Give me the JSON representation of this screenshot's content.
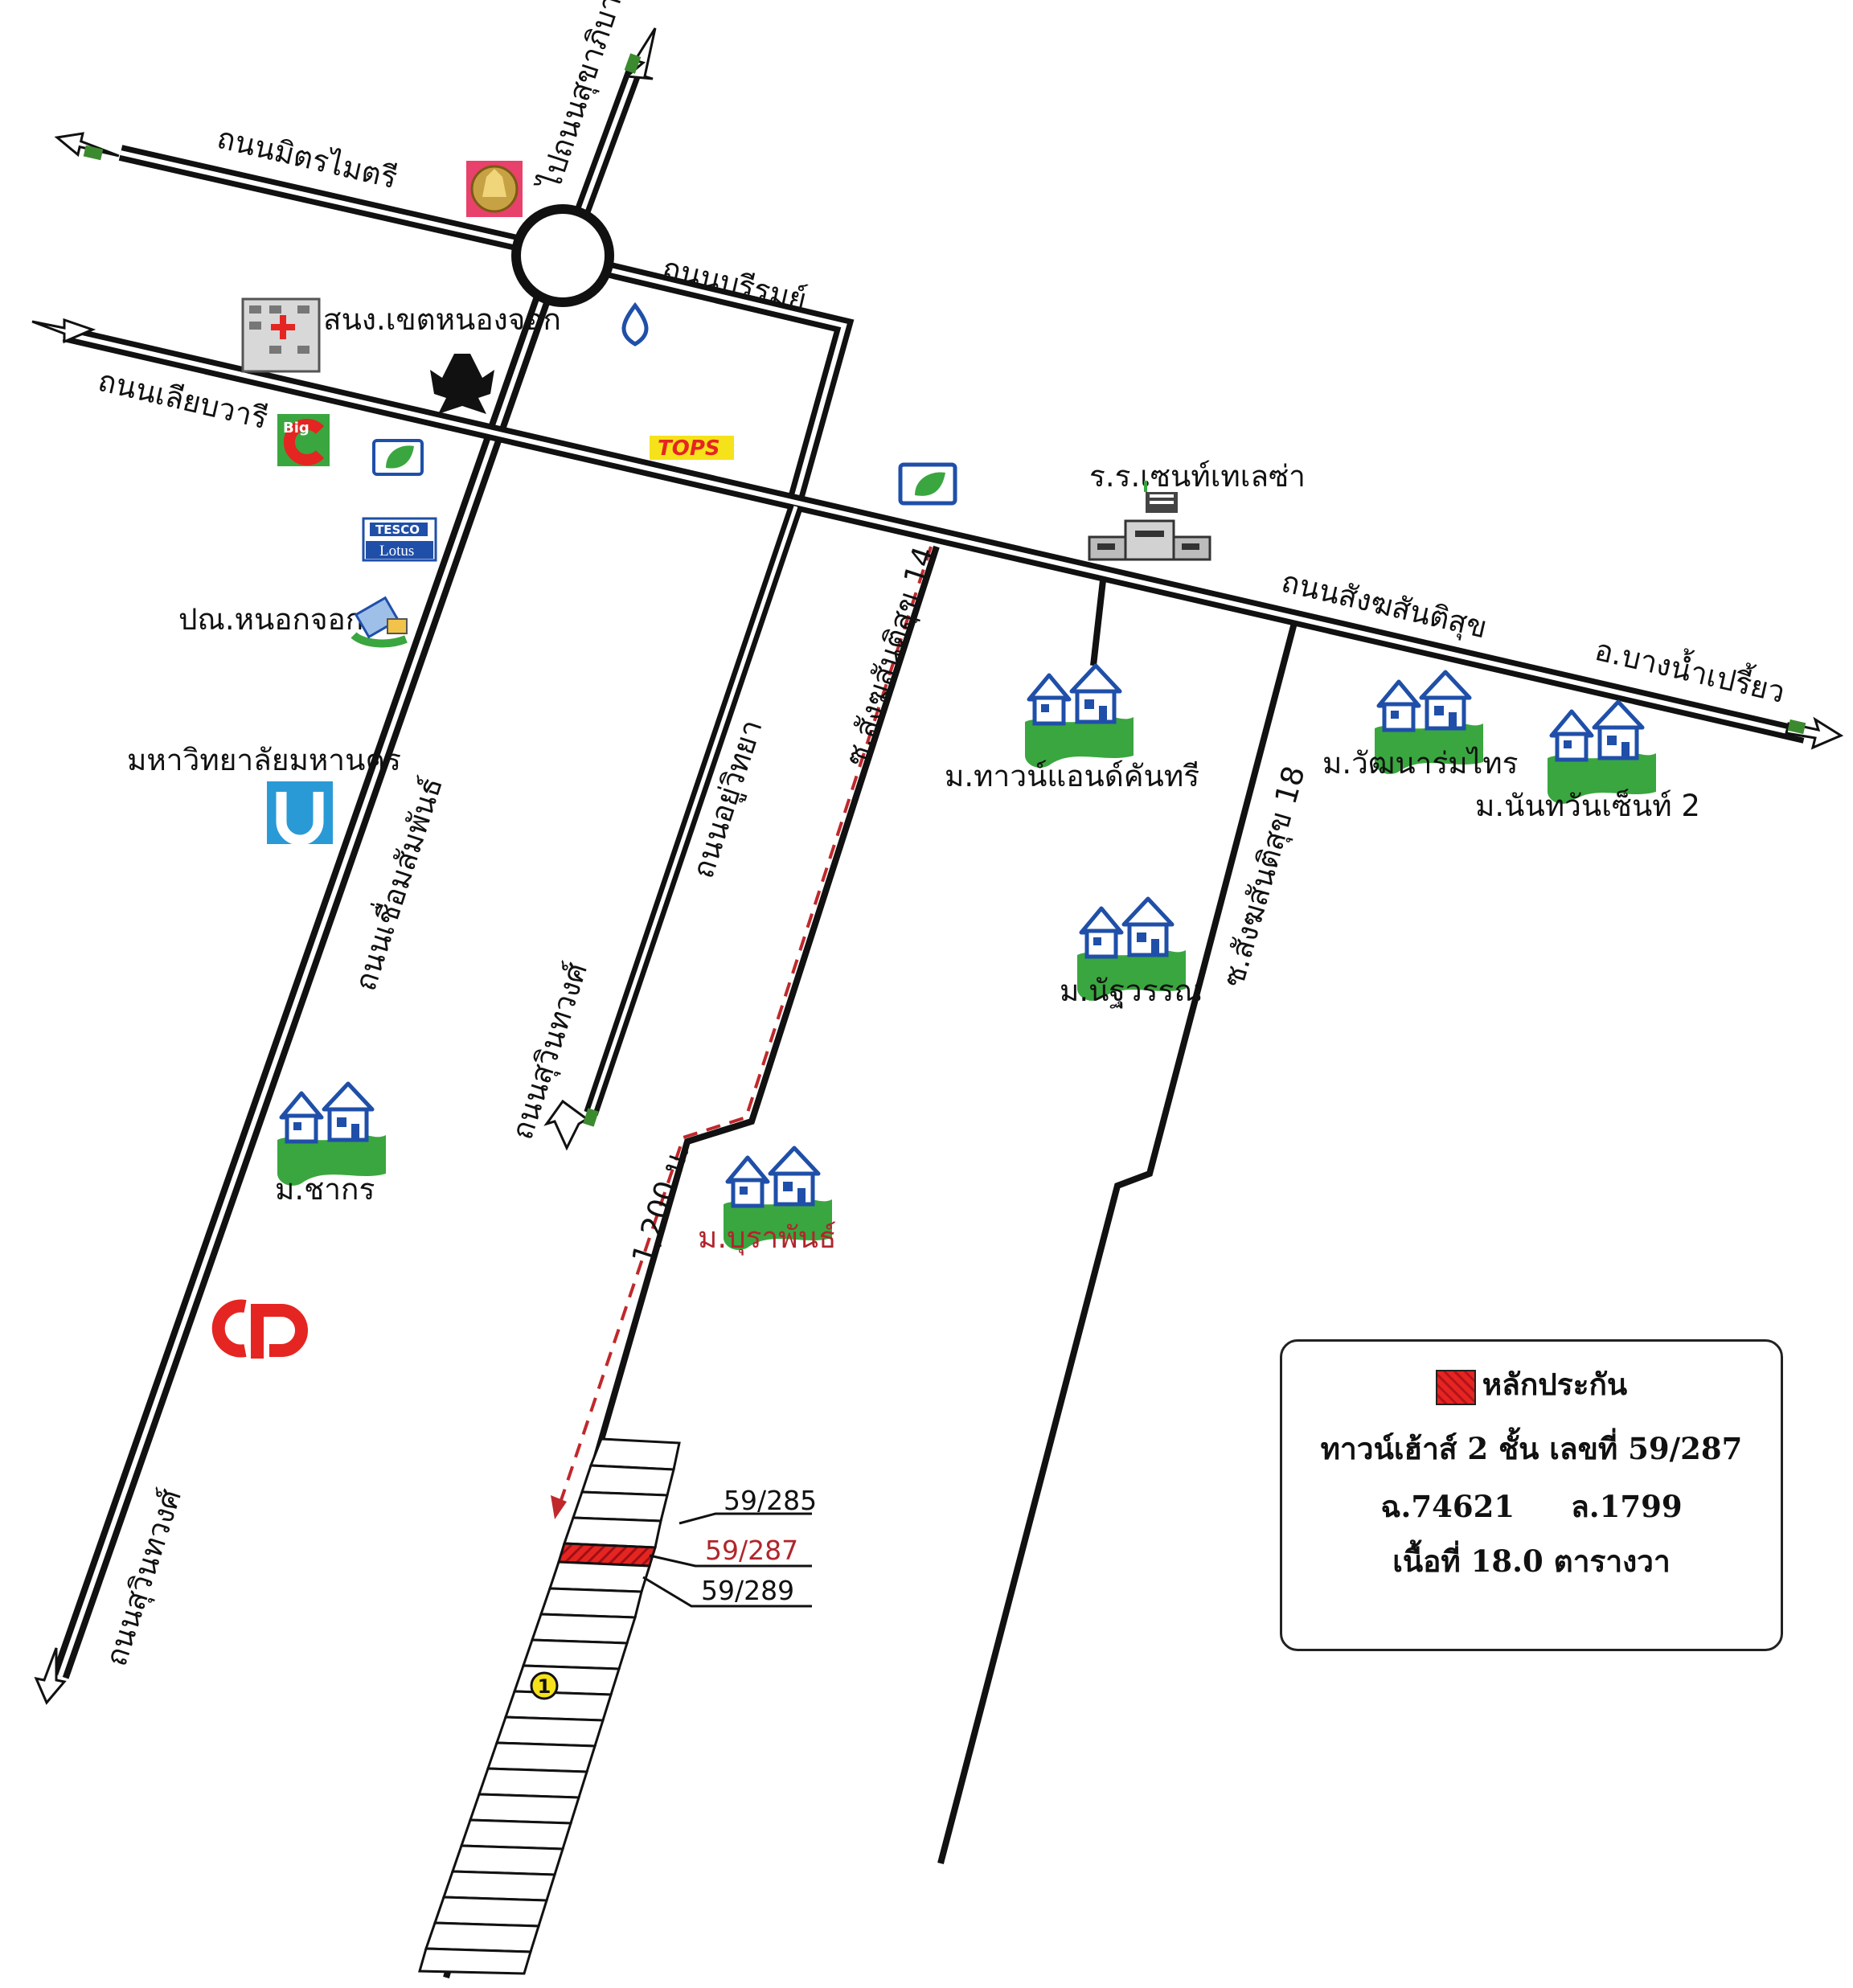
{
  "roads": {
    "mittraimit": "ถนนมิตรไมตรี",
    "to_sukhaphiban": "ไปถนนสุขาภิบาล",
    "bureerom": "ถนนบรีรมย์",
    "liab_wari": "ถนนเลียบวารี",
    "suwinthawong_left": "ถนนสุวินทวงศ์",
    "chuam_samphan": "ถนนเชื่อมสัมพันธ์",
    "ayutthaya": "ถนนอยู่วิทยา",
    "suwinthawong_mid": "ถนนสุวินทวงศ์",
    "soi14": "ซ.สังฆสันติสุข 14",
    "sangkha": "ถนนสังฆสันติสุข",
    "soi18": "ซ.สังฆสันติสุข 18",
    "bangnamprieo": "อ.บางน้ำเปรี้ยว"
  },
  "places": {
    "police": "สนง.เขตหนองจอก",
    "post": "ปณ.หนอกจอก",
    "university": "มหาวิทยาลัยมหานคร",
    "school": "ร.ร.เซนท์เทเลซ่า",
    "big_c": "Big",
    "tops": "TOPS",
    "tesco": "TESCO",
    "lotus": "Lotus",
    "cp": "CP"
  },
  "villages": {
    "town_country": "ม.ทาวน์แอนด์คันทรี",
    "wattana": "ม.วัฒนาร่มไทร",
    "nanthawan": "ม.นันทวันเซ็นท์ 2",
    "nattawan": "ม.นัฐวรรณ",
    "chakorn": "ม.ชากร",
    "burapan": "ม.บุราพันธ์"
  },
  "distance": "1,200 ม.",
  "plots": {
    "p285": "59/285",
    "p287": "59/287",
    "p289": "59/289"
  },
  "marker": "1",
  "legend": {
    "title": "หลักประกัน",
    "line1": "ทาวน์เฮ้าส์ 2 ชั้น เลขที่ 59/287",
    "deed": "ฉ.74621",
    "land": "ล.1799",
    "area": "เนื้อที่ 18.0 ตารางวา"
  },
  "colors": {
    "road": "#111111",
    "collateral": "#e52521",
    "route_dash": "#c0282c",
    "village_green": "#3aa63f",
    "village_blue": "#1f4fa8",
    "arrow_green": "#3c8a2f"
  },
  "icons": [
    "roundabout-icon",
    "crown-seal-icon",
    "hospital-building-icon",
    "garuda-emblem-icon",
    "bank-logo-icon",
    "bigc-logo-icon",
    "tops-logo-icon",
    "bangchak-logo-icon",
    "tesco-lotus-logo-icon",
    "post-office-icon",
    "university-logo-icon",
    "school-building-icon",
    "village-house-icon",
    "cp-logo-icon",
    "arrow-icon",
    "marker-1-icon"
  ]
}
